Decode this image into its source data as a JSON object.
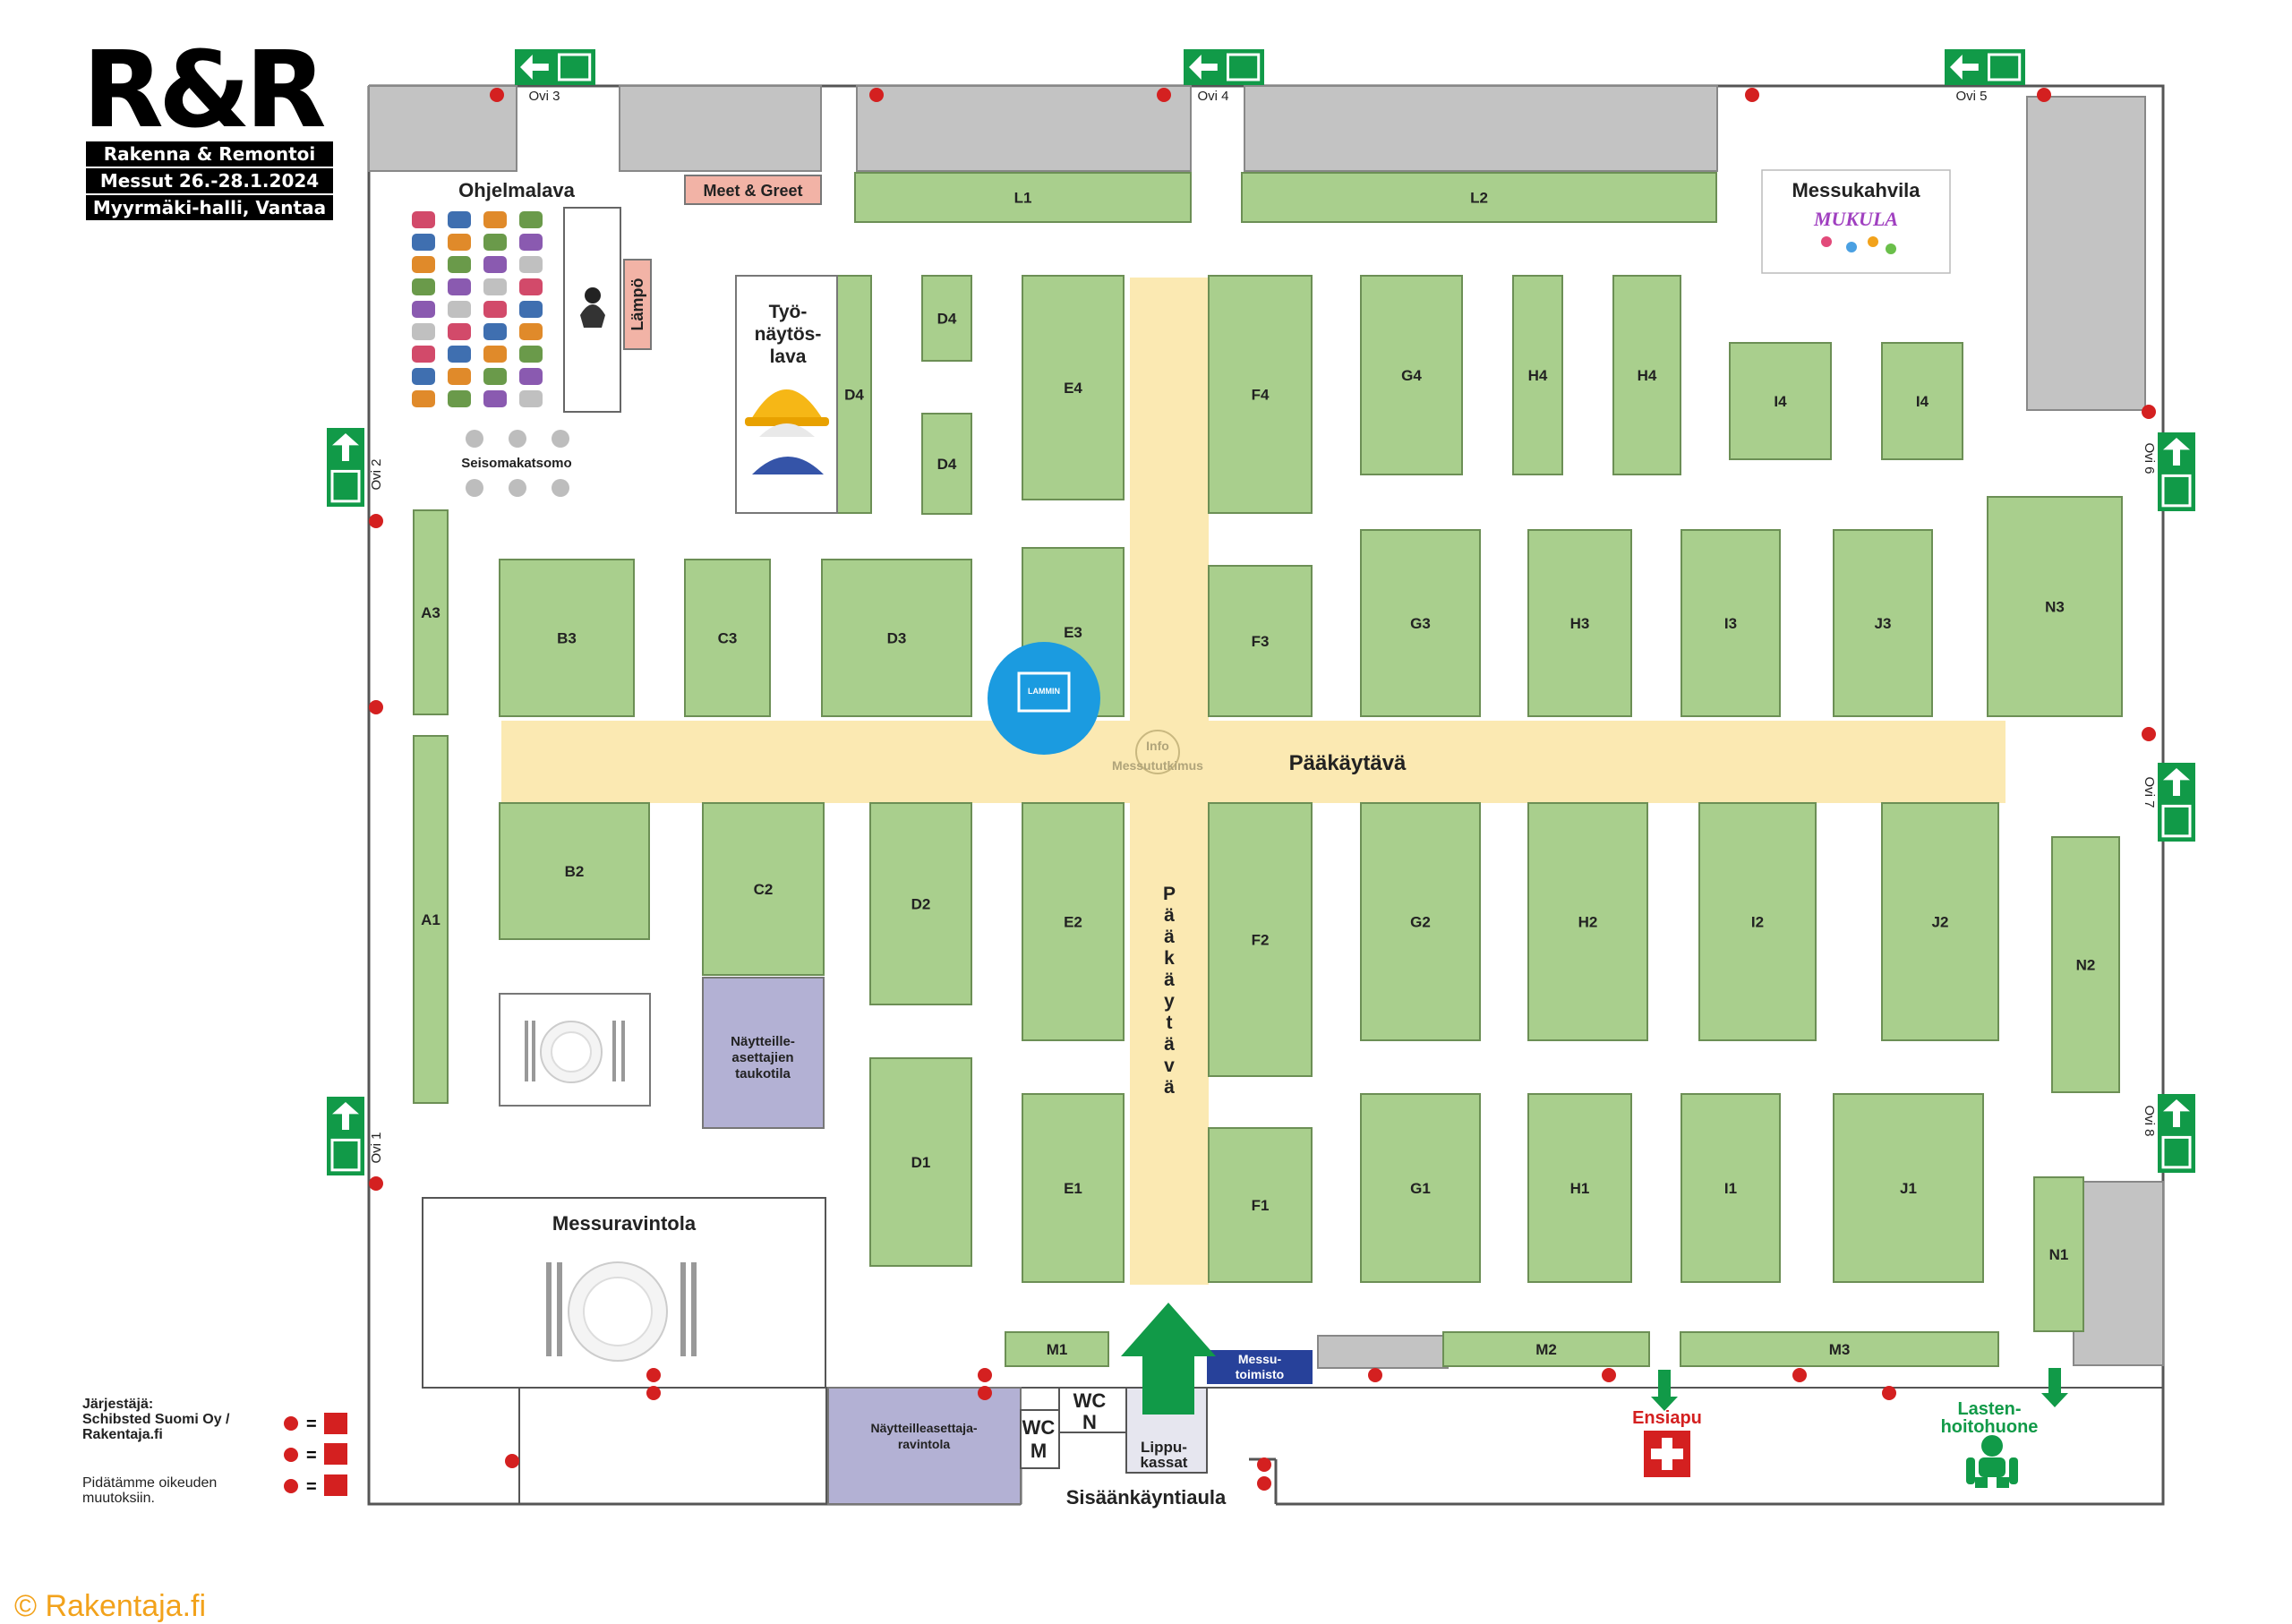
{
  "logo": {
    "main": "R&R",
    "line1": "Rakenna & Remontoi",
    "line2": "Messut 26.-28.1.2024",
    "line3": "Myyrmäki-halli, Vantaa"
  },
  "doors": [
    "Ovi 1",
    "Ovi 2",
    "Ovi 3",
    "Ovi 4",
    "Ovi 5",
    "Ovi 6",
    "Ovi 7",
    "Ovi 8"
  ],
  "areas": {
    "ohjelmalava": "Ohjelmalava",
    "lampo": "Lämpö",
    "seisomakatsomo": "Seisomakatsomo",
    "meet_greet": "Meet & Greet",
    "tyonaytoslava": [
      "Työ-",
      "näytös-",
      "lava"
    ],
    "messukahvila": "Messukahvila",
    "mukula": "MUKULA",
    "paakaytava_h": "Pääkäytävä",
    "paakaytava_v": "Pääkäytävä",
    "info": [
      "Info",
      "Messututkimus"
    ],
    "messuravintola": "Messuravintola",
    "taukotila": [
      "Näytteille-",
      "asettajien",
      "taukotila"
    ],
    "ravintola": [
      "Näytteilleasettaja-",
      "ravintola"
    ],
    "wc_m": [
      "WC",
      "M"
    ],
    "wc_n": [
      "WC",
      "N"
    ],
    "lippukassat": [
      "Lippu-",
      "kassat"
    ],
    "sisaankaynti": "Sisäänkäyntiaula",
    "messutoimisto": [
      "Messu-",
      "toimisto"
    ],
    "ensiapu": "Ensiapu",
    "lastenhoito": [
      "Lasten-",
      "hoitohuone"
    ],
    "lammin_badge": "LAMMIN"
  },
  "booths": [
    "L1",
    "L2",
    "D4",
    "D4",
    "D4",
    "E4",
    "F4",
    "G4",
    "H4",
    "H4",
    "I4",
    "I4",
    "A3",
    "B3",
    "C3",
    "D3",
    "E3",
    "F3",
    "G3",
    "H3",
    "I3",
    "J3",
    "N3",
    "A1",
    "B2",
    "C2",
    "D2",
    "E2",
    "F2",
    "G2",
    "H2",
    "I2",
    "J2",
    "N2",
    "D1",
    "E1",
    "F1",
    "G1",
    "H1",
    "I1",
    "J1",
    "N1",
    "M1",
    "M2",
    "M3"
  ],
  "legend": {
    "organizer": [
      "Järjestäjä:",
      "Schibsted Suomi Oy /",
      "Rakentaja.fi"
    ],
    "note": [
      "Pidätämme oikeuden",
      "muutoksiin."
    ],
    "eq": "="
  },
  "copyright": "© Rakentaja.fi",
  "colors": {
    "booth": "#a9cf8d",
    "aisle": "#fbe9b2",
    "grey": "#c3c3c3",
    "lilac": "#b3b1d4",
    "exit": "#119a48",
    "dot": "#d42020",
    "salmon": "#f2b3a6",
    "navy": "#27419a",
    "badge": "#1b9be0"
  }
}
